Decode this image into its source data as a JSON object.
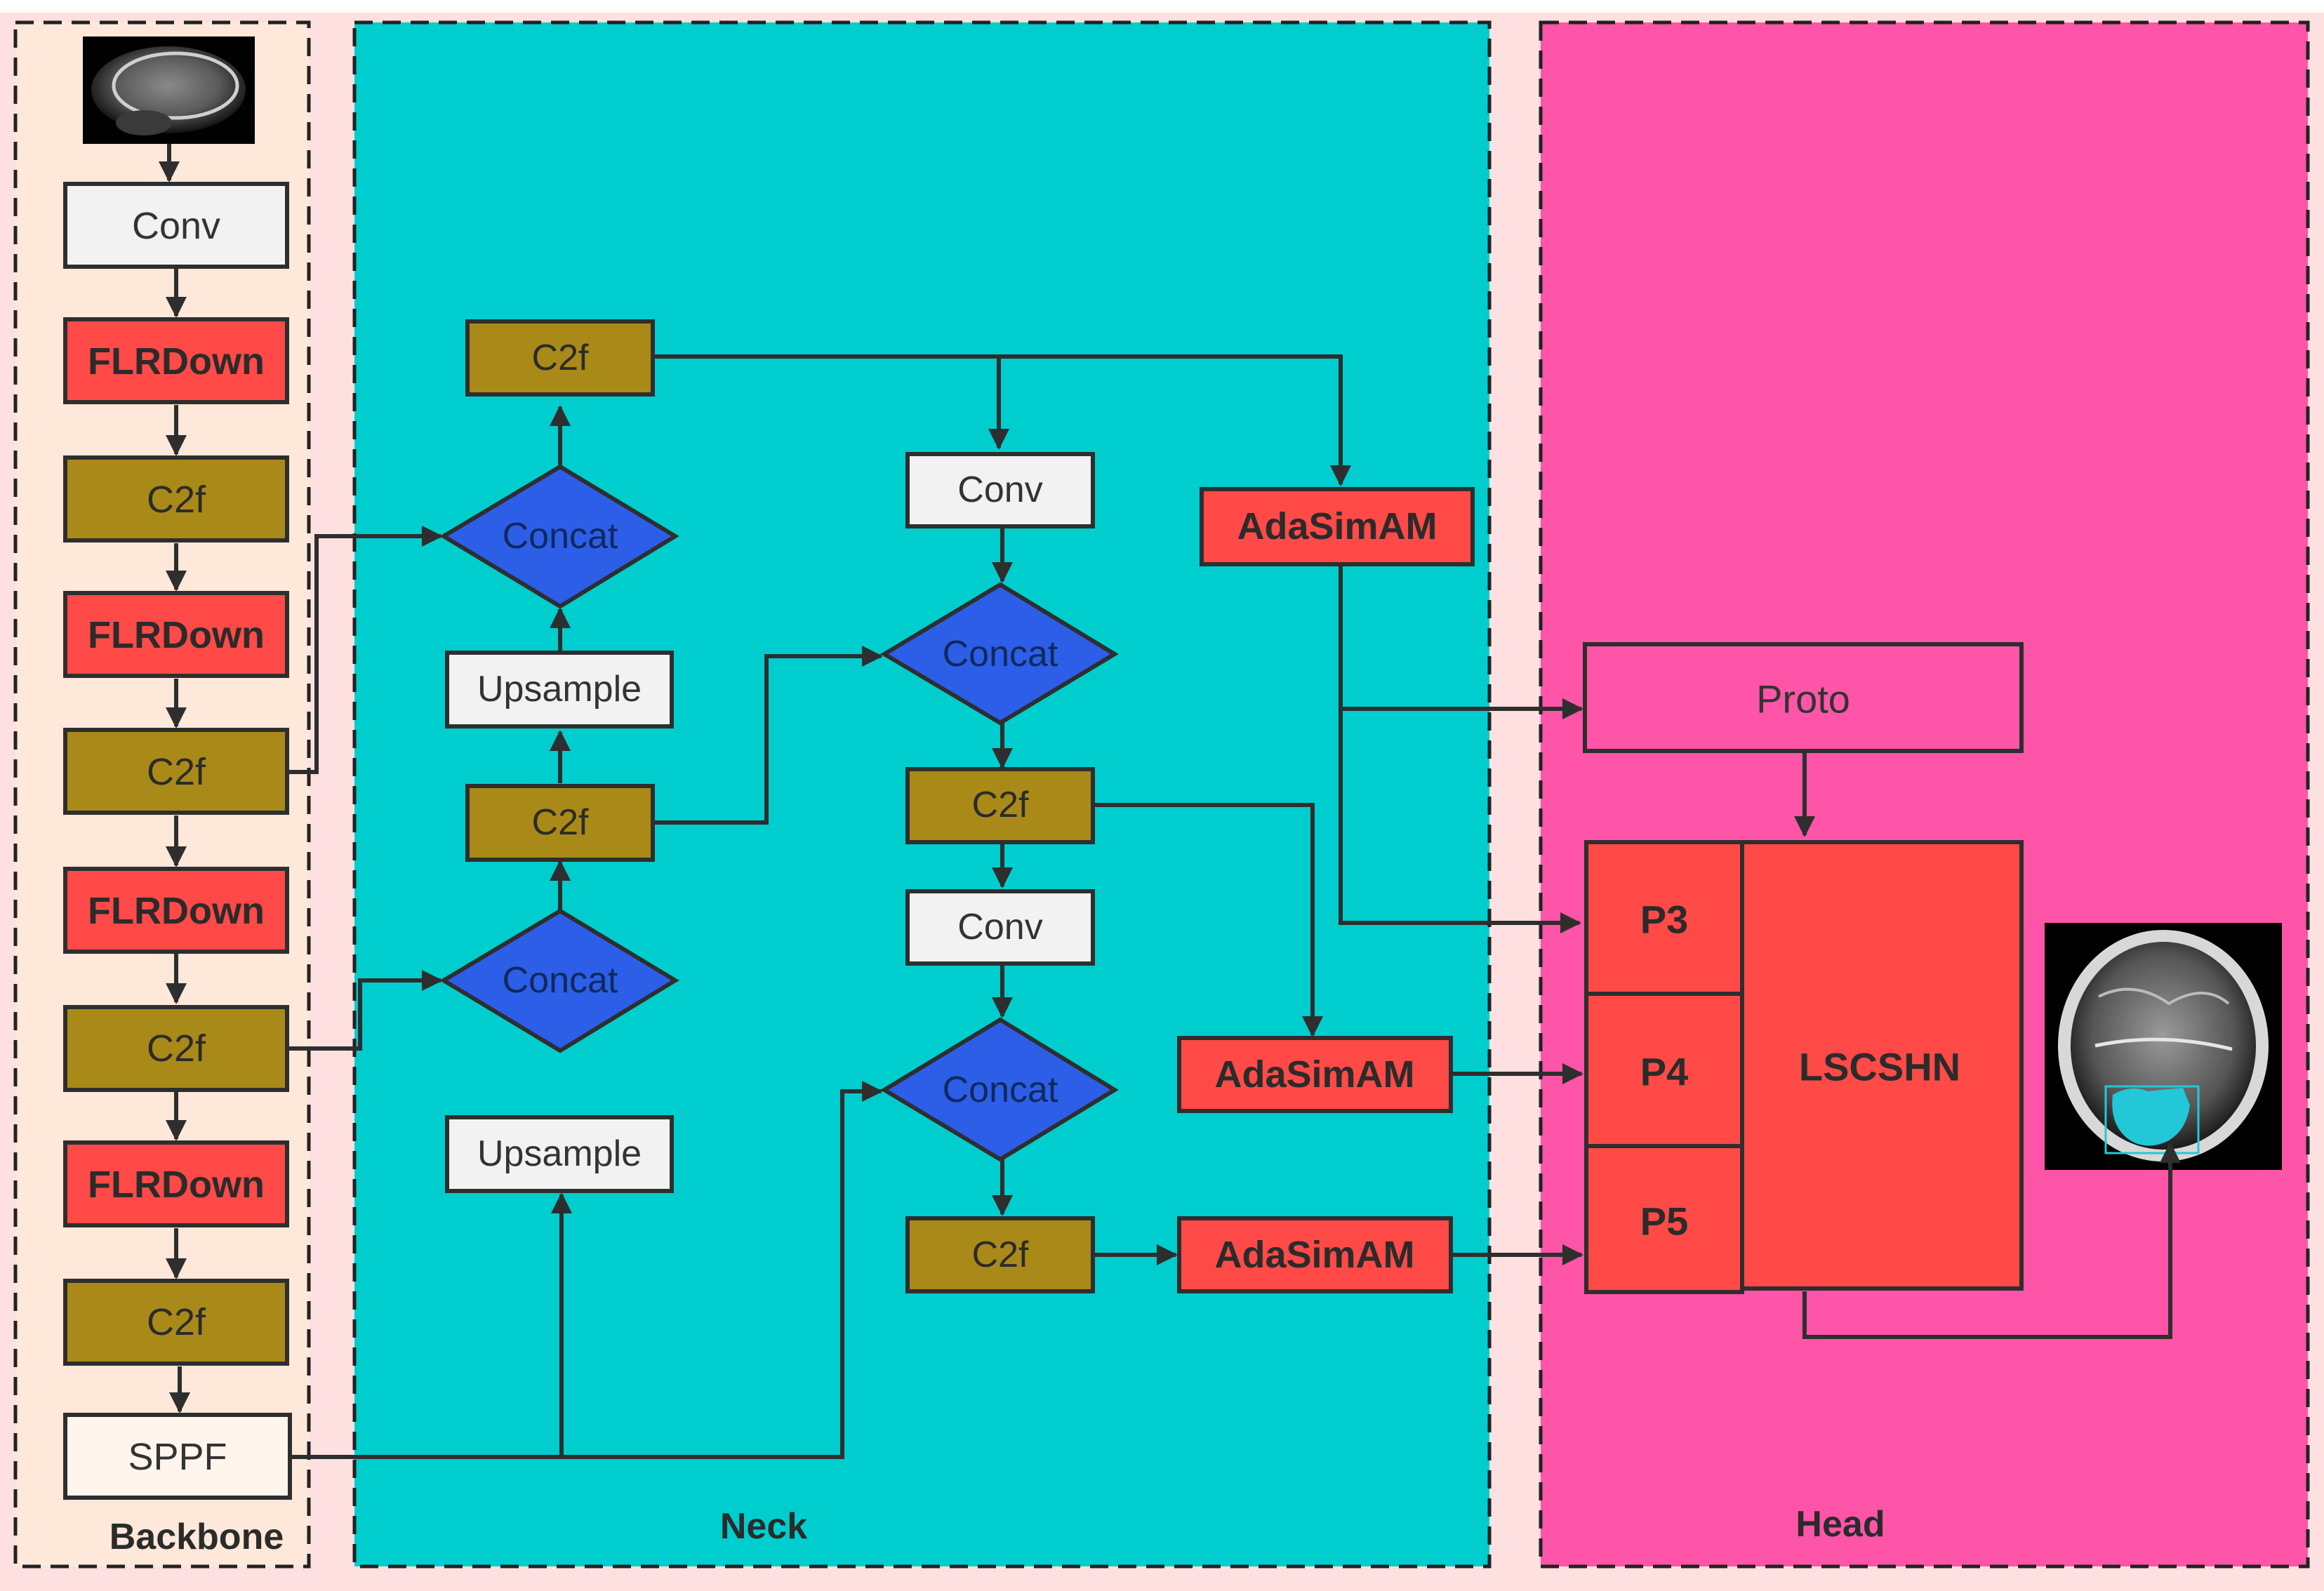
{
  "sections": {
    "backbone": "Backbone",
    "neck": "Neck",
    "head": "Head"
  },
  "backbone": [
    "Conv",
    "FLRDown",
    "C2f",
    "FLRDown",
    "C2f",
    "FLRDown",
    "C2f",
    "FLRDown",
    "C2f",
    "SPPF"
  ],
  "neck": {
    "c2f_top": "C2f",
    "concat_1": "Concat",
    "upsample_1": "Upsample",
    "c2f_mid": "C2f",
    "concat_2": "Concat",
    "upsample_2": "Upsample",
    "conv_1": "Conv",
    "concat_3": "Concat",
    "c2f_3": "C2f",
    "conv_2": "Conv",
    "concat_4": "Concat",
    "c2f_4": "C2f",
    "adasimam_1": "AdaSimAM",
    "adasimam_2": "AdaSimAM",
    "adasimam_3": "AdaSimAM"
  },
  "head": {
    "proto": "Proto",
    "p3": "P3",
    "p4": "P4",
    "p5": "P5",
    "lscshn": "LSCSHN"
  },
  "colors": {
    "white_box": "#f2f2f2",
    "red_box": "#ff4a47",
    "olive_box": "#a98a18",
    "blue_diamond": "#2c5ee8",
    "neck_bg": "#00cdcd",
    "head_bg": "#ff55a8",
    "backbone_bg": "#fde8da"
  }
}
